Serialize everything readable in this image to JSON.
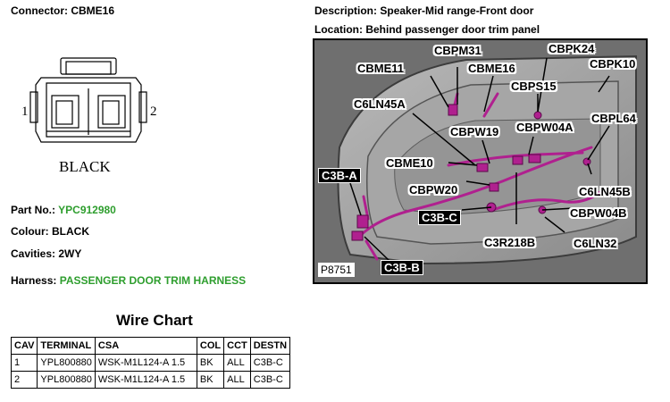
{
  "connector": {
    "label": "Connector:",
    "value": "CBME16"
  },
  "description": {
    "label": "Description:",
    "value": "Speaker-Mid range-Front door"
  },
  "location": {
    "label": "Location:",
    "value": "Behind passenger door trim panel"
  },
  "diagram": {
    "pin_left": "1",
    "pin_right": "2",
    "color_caption": "BLACK"
  },
  "part_no": {
    "label": "Part No.:",
    "value": "YPC912980"
  },
  "colour": {
    "label": "Colour:",
    "value": "BLACK"
  },
  "cavities": {
    "label": "Cavities:",
    "value": "2WY"
  },
  "harness": {
    "label": "Harness:",
    "value": "PASSENGER DOOR TRIM HARNESS"
  },
  "wire_chart": {
    "title": "Wire Chart",
    "headers": [
      "CAV",
      "TERMINAL",
      "CSA",
      "COL",
      "CCT",
      "DESTN"
    ],
    "rows": [
      [
        "1",
        "YPL800880",
        "WSK-M1L124-A 1.5",
        "BK",
        "ALL",
        "C3B-C"
      ],
      [
        "2",
        "YPL800880",
        "WSK-M1L124-A 1.5",
        "BK",
        "ALL",
        "C3B-C"
      ]
    ]
  },
  "photo": {
    "ref": "P8751",
    "labels": {
      "cbpm31": "CBPM31",
      "cbpk24": "CBPK24",
      "cbme11": "CBME11",
      "cbme16": "CBME16",
      "cbpk10": "CBPK10",
      "cbps15": "CBPS15",
      "c6ln45a": "C6LN45A",
      "cbpl64": "CBPL64",
      "cbpw19": "CBPW19",
      "cbpw04a": "CBPW04A",
      "cbme10": "CBME10",
      "c3b_a": "C3B-A",
      "c6ln45b": "C6LN45B",
      "cbpw20": "CBPW20",
      "c3b_c": "C3B-C",
      "cbpw04b": "CBPW04B",
      "c3r218b": "C3R218B",
      "c6ln32": "C6LN32",
      "c3b_b": "C3B-B"
    }
  },
  "colors": {
    "green_value": "#2e9e2e",
    "harness_magenta": "#b0208f"
  }
}
